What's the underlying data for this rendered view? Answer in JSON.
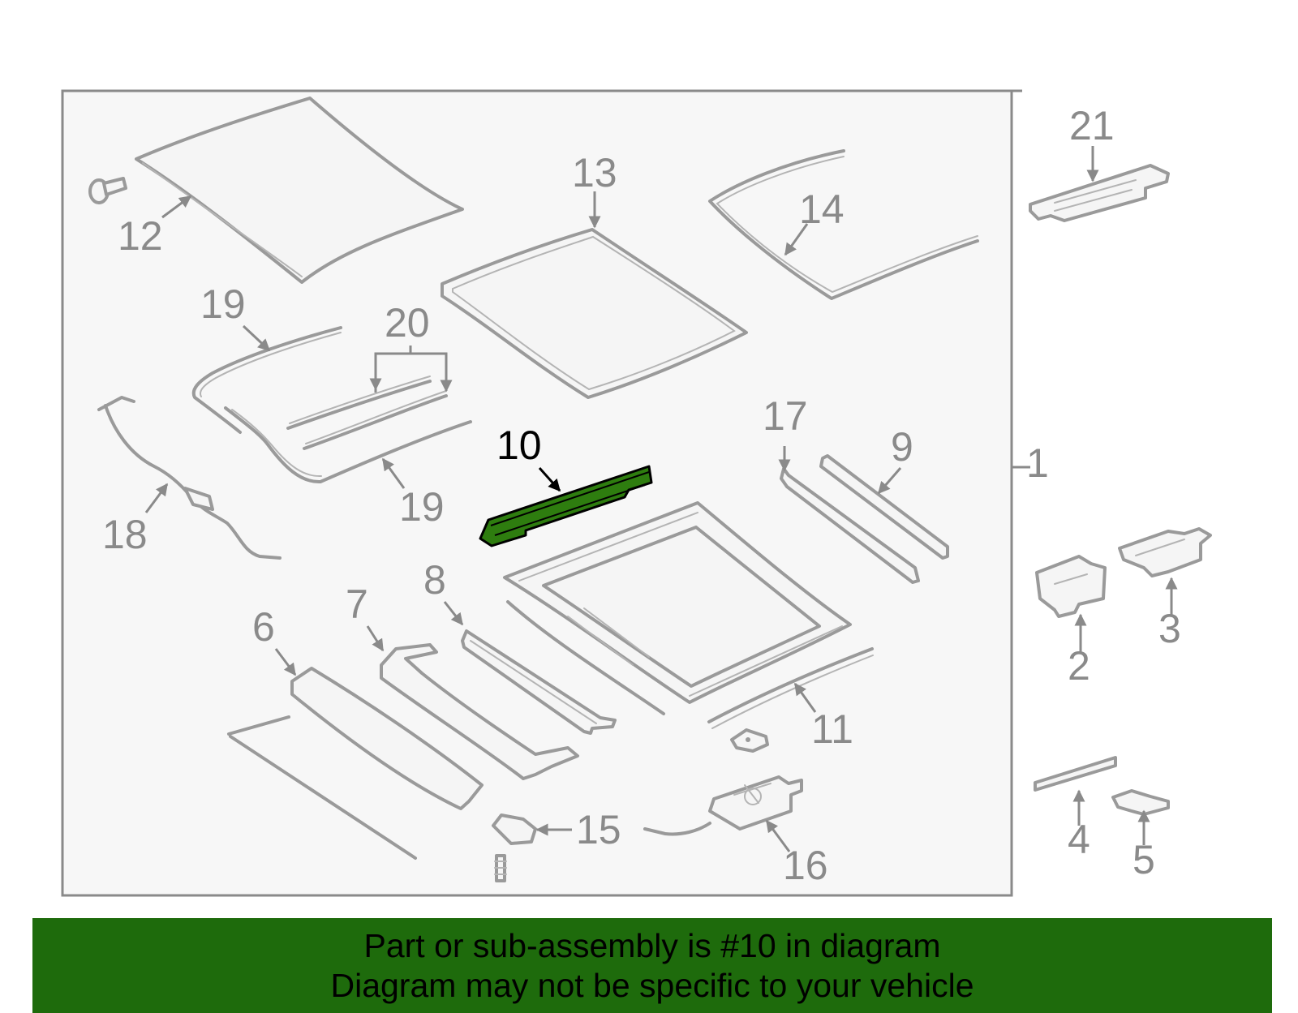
{
  "diagram": {
    "highlighted_part": "10",
    "highlight_color": "#2e7d0f",
    "callouts": [
      "1",
      "2",
      "3",
      "4",
      "5",
      "6",
      "7",
      "8",
      "9",
      "10",
      "11",
      "12",
      "13",
      "14",
      "15",
      "16",
      "17",
      "18",
      "19",
      "19",
      "20",
      "21"
    ]
  },
  "banner": {
    "line1": "Part or sub-assembly is #10 in diagram",
    "line2": "Diagram may not be specific to your vehicle",
    "background": "#1e6b0c"
  }
}
